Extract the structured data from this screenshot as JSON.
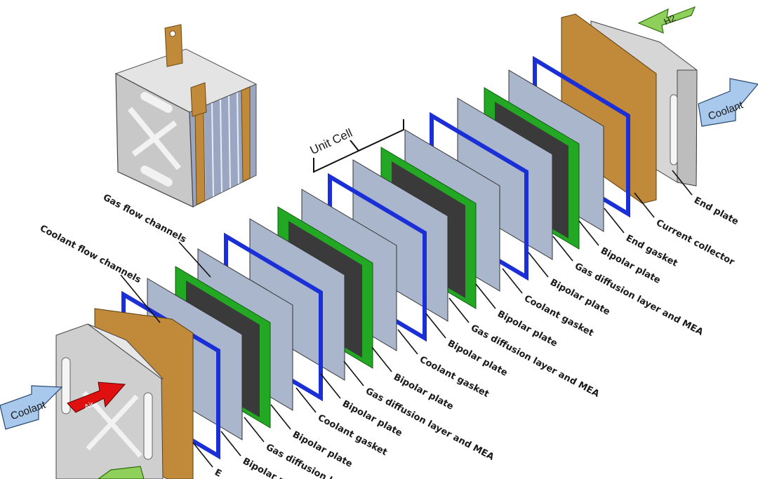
{
  "unit_cell_label": "Unit Cell",
  "flows": {
    "coolant_in": "Coolant",
    "coolant_out": "Coolant",
    "air_in": "Air",
    "h2_in": "H2"
  },
  "annotations": {
    "gas_flow_channels": "Gas flow channels",
    "coolant_flow_channels": "Coolant flow channels"
  },
  "right_labels": [
    "End plate",
    "Current collector",
    "End gasket",
    "Bipolar plate",
    "Gas diffusion layer and MEA",
    "Bipolar plate",
    "Coolant gasket",
    "Bipolar plate",
    "Gas diffusion layer and MEA",
    "Bipolar plate",
    "Coolant gasket",
    "Bipolar plate",
    "Gas diffusion layer and MEA",
    "Bipolar plate",
    "Coolant gasket",
    "Bipolar plate",
    "Gas diffusion l",
    "Bipolar pl",
    "E"
  ],
  "colors": {
    "end_plate": "#c9c9c9",
    "current_collector": "#c08a3a",
    "gasket_blue": "#1a2fd6",
    "gdl_green": "#22a822",
    "mea_dark": "#3a3a3a",
    "bipolar": "#a9b6cc",
    "arrow_coolant": "#a8c8ec",
    "arrow_air": "#e01010",
    "arrow_h2": "#8ed05a"
  }
}
